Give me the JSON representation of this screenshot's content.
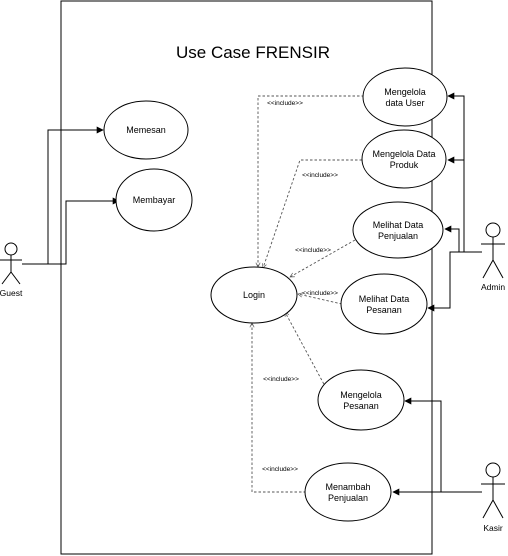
{
  "title": "Use Case FRENSIR",
  "actors": {
    "guest": "Guest",
    "admin": "Admin",
    "kasir": "Kasir"
  },
  "use_cases": {
    "memesan": "Memesan",
    "membayar": "Membayar",
    "login": "Login",
    "mengelola_data_user": [
      "Mengelola",
      "data User"
    ],
    "mengelola_data_produk": [
      "Mengelola Data",
      "Produk"
    ],
    "melihat_data_penjualan": [
      "Melihat Data",
      "Penjualan"
    ],
    "melihat_data_pesanan": [
      "Melihat Data",
      "Pesanan"
    ],
    "mengelola_pesanan": [
      "Mengelola",
      "Pesanan"
    ],
    "menambah_penjualan": [
      "Menambah",
      "Penjualan"
    ]
  },
  "include_label": "<<include>>"
}
